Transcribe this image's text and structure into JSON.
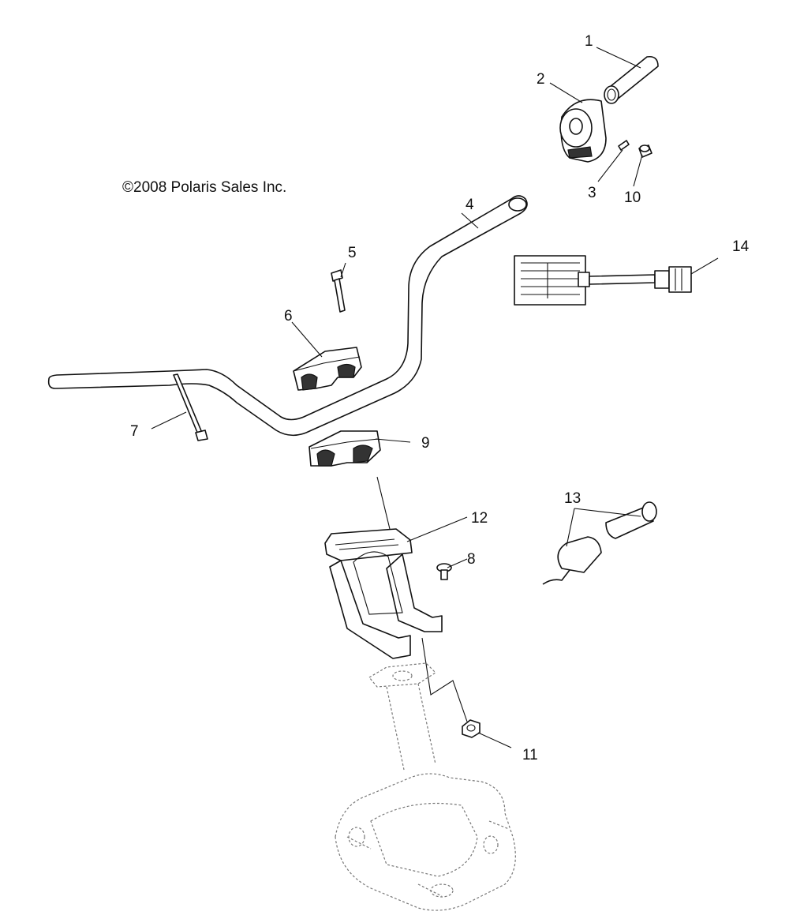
{
  "copyright": "©2008 Polaris Sales Inc.",
  "callouts": [
    {
      "id": "1",
      "label": "1"
    },
    {
      "id": "2",
      "label": "2"
    },
    {
      "id": "3",
      "label": "3"
    },
    {
      "id": "4",
      "label": "4"
    },
    {
      "id": "5",
      "label": "5"
    },
    {
      "id": "6",
      "label": "6"
    },
    {
      "id": "7",
      "label": "7"
    },
    {
      "id": "8",
      "label": "8"
    },
    {
      "id": "9",
      "label": "9"
    },
    {
      "id": "10",
      "label": "10"
    },
    {
      "id": "11",
      "label": "11"
    },
    {
      "id": "12",
      "label": "12"
    },
    {
      "id": "13",
      "label": "13"
    },
    {
      "id": "14",
      "label": "14"
    }
  ]
}
